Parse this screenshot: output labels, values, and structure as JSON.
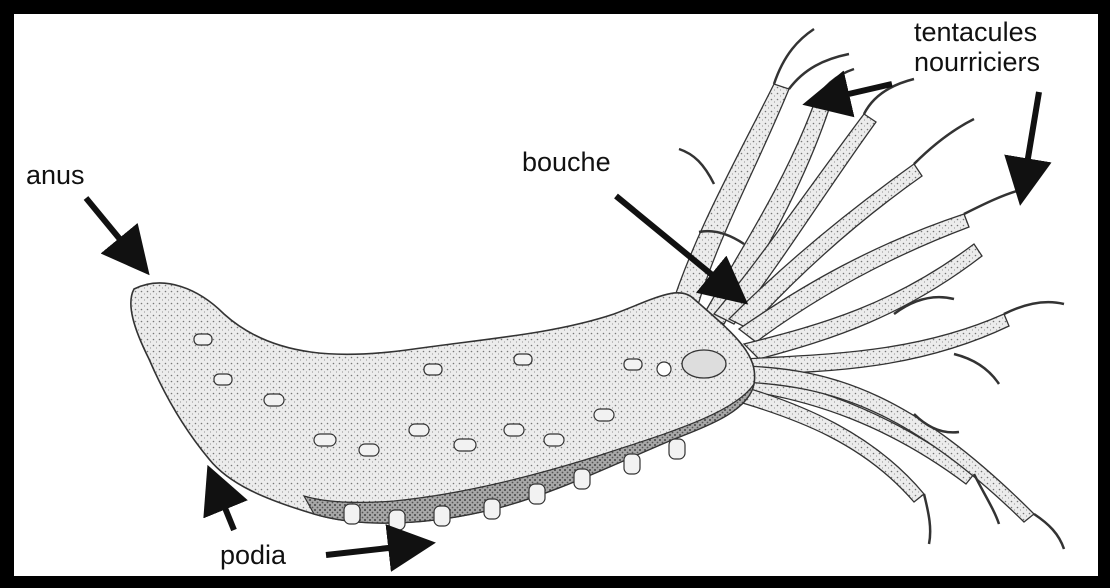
{
  "labels": {
    "anus": "anus",
    "bouche": "bouche",
    "tentacules_line1": "tentacules",
    "tentacules_line2": "nourriciers",
    "podia": "podia"
  },
  "colors": {
    "frame": "#000000",
    "background": "#ffffff",
    "ink": "#111111",
    "body_fill": "#e9e9e9",
    "shadow_fill": "#9a9a9a"
  }
}
